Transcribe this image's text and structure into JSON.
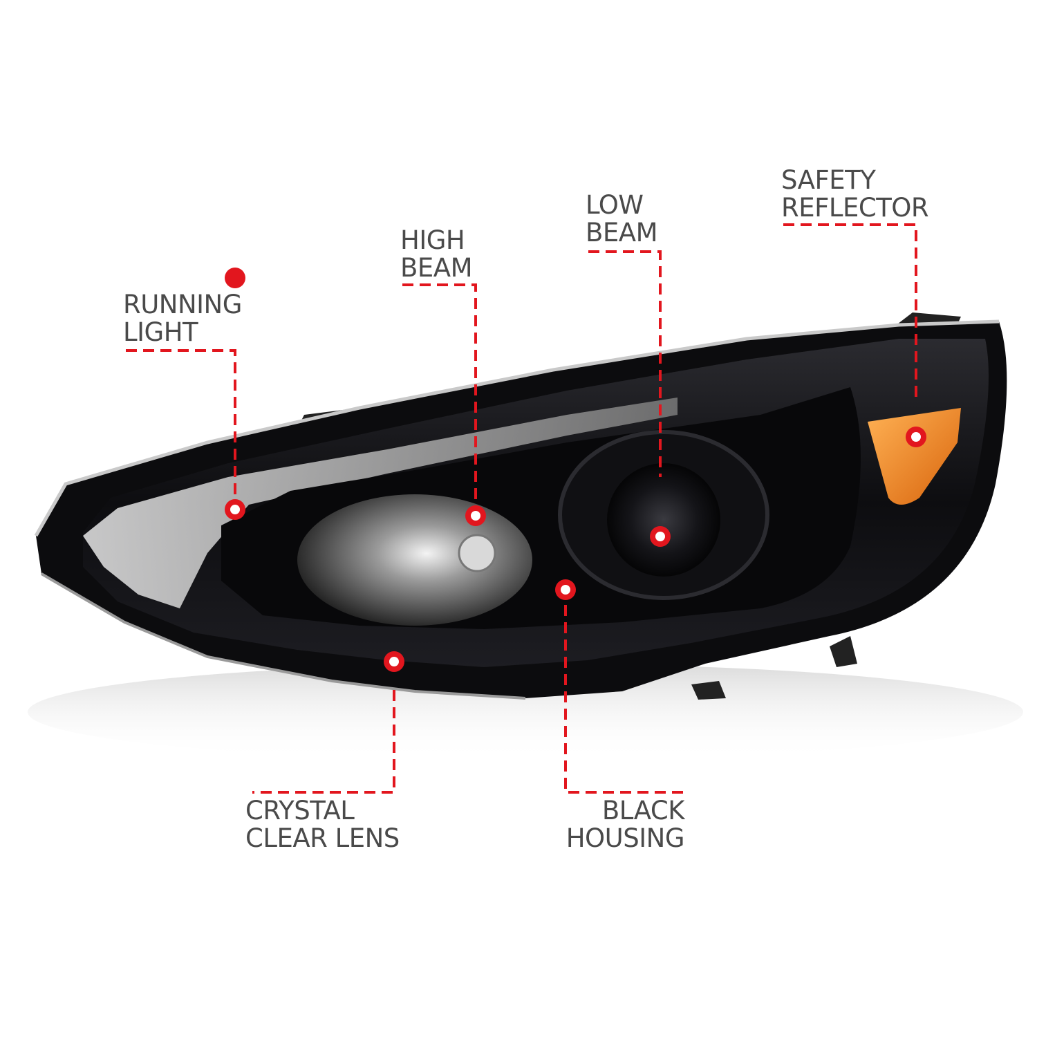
{
  "colors": {
    "callout": "#e2161e",
    "label_text": "#4a4a4a",
    "housing": "#0c0c0e",
    "amber_reflector": "#f08a1c",
    "chrome_trim": "#c9c9c9"
  },
  "callouts": {
    "running_light": {
      "line1": "RUNNING",
      "line2": "LIGHT"
    },
    "high_beam": {
      "line1": "HIGH",
      "line2": "BEAM"
    },
    "low_beam": {
      "line1": "LOW",
      "line2": "BEAM"
    },
    "safety_reflector": {
      "line1": "SAFETY",
      "line2": "REFLECTOR"
    },
    "crystal_clear_lens": {
      "line1": "CRYSTAL",
      "line2": "CLEAR LENS"
    },
    "black_housing": {
      "line1": "BLACK",
      "line2": "HOUSING"
    }
  }
}
